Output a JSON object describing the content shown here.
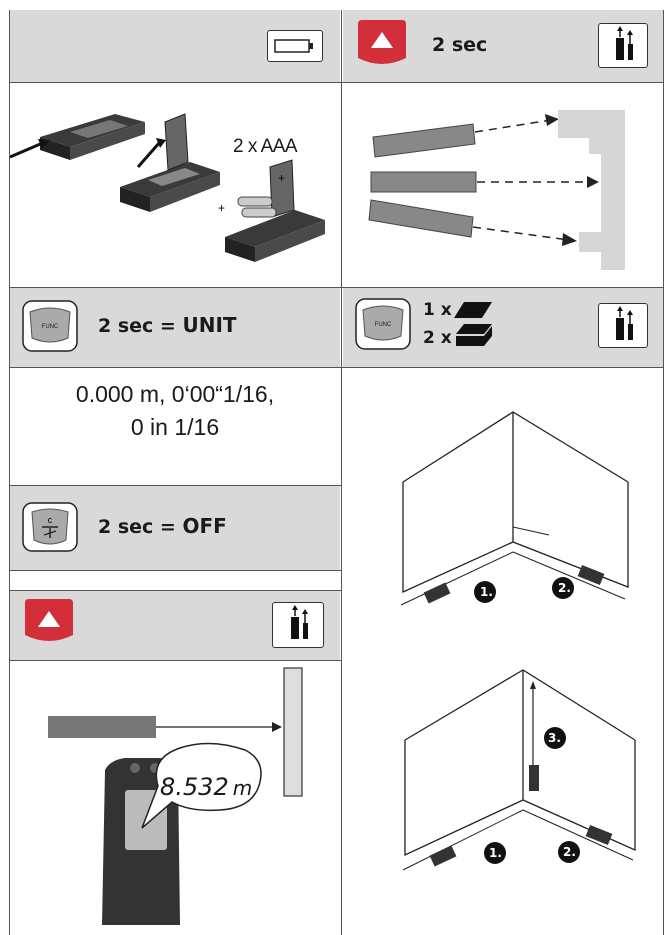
{
  "panel_top_right": {
    "duration": "2 sec"
  },
  "panel_battery": {
    "battery_label": "2 x AAA"
  },
  "panel_unit": {
    "key_label": "FUNC",
    "duration": "2 sec",
    "equals": "=",
    "action": "UNIT",
    "formats_line1": "0.000 m, 0‘00“1/16,",
    "formats_line2": "0 in 1/16"
  },
  "panel_off": {
    "duration": "2 sec",
    "equals": "=",
    "action": "OFF"
  },
  "panel_func_right": {
    "key_label": "FUNC",
    "press_1": "1 x",
    "press_2": "2 x"
  },
  "panel_measure": {
    "reading_value": "8.532",
    "reading_unit": "m"
  },
  "room_markers": {
    "first": "1.",
    "second": "2.",
    "third": "3."
  },
  "colors": {
    "band_gray": "#d9d9d9",
    "accent_red": "#d32f3a",
    "frame_gray": "#555555"
  },
  "icons": [
    "battery-icon",
    "red-triangle-button-icon",
    "device-orientation-icon",
    "func-key-icon",
    "clear-off-key-icon"
  ]
}
